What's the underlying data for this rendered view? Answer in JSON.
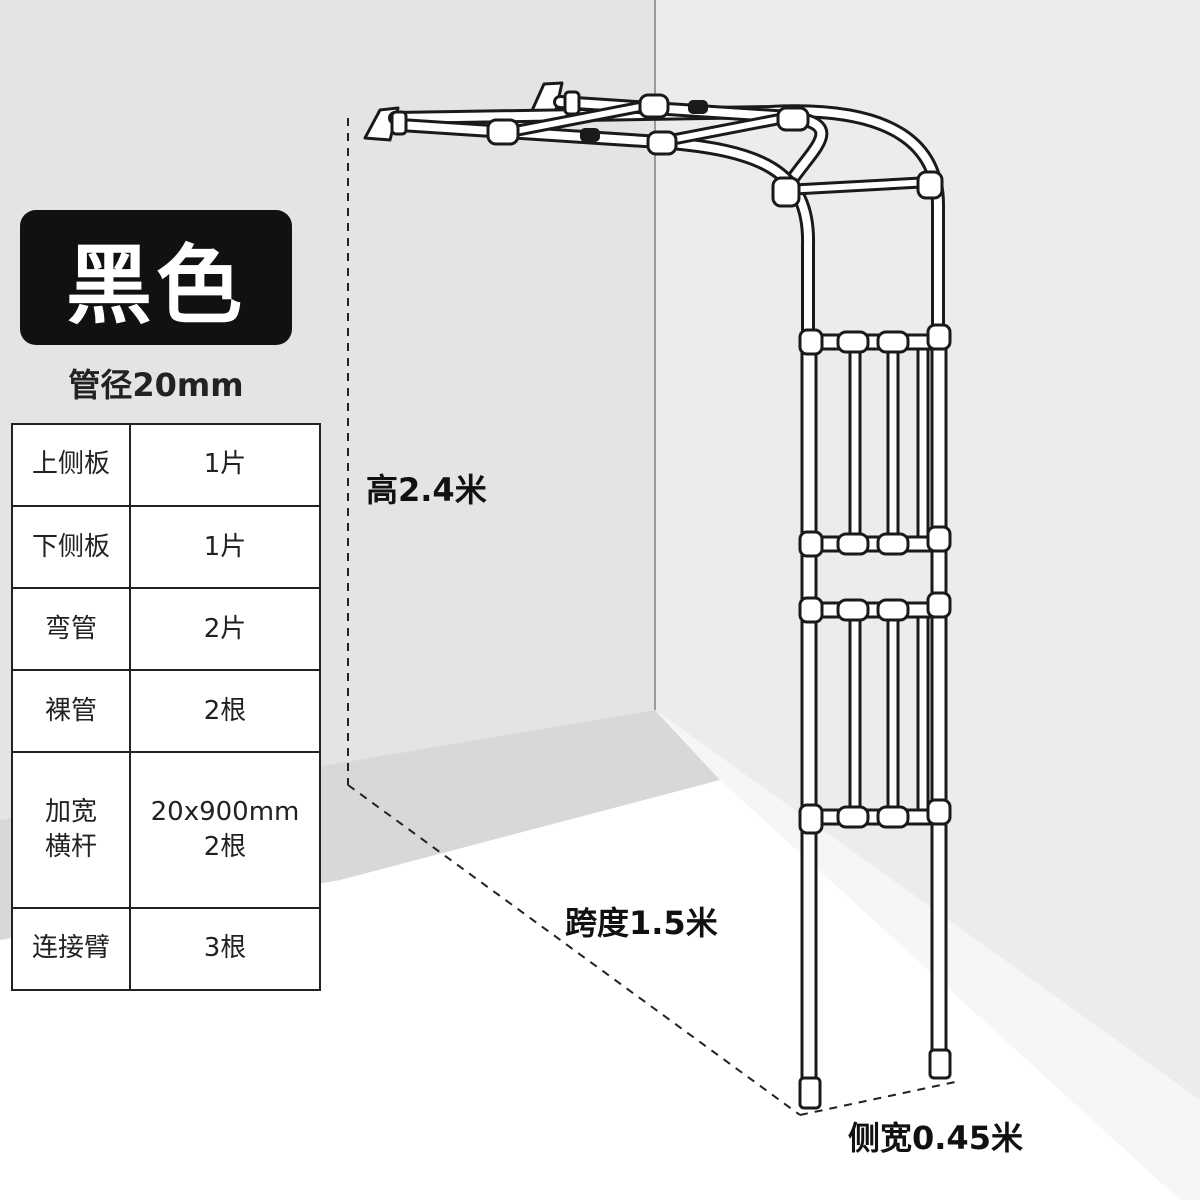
{
  "color_label": "黑色",
  "pipe_diameter": "管径20mm",
  "parts": [
    {
      "name": "上侧板",
      "qty": "1片"
    },
    {
      "name": "下侧板",
      "qty": "1片"
    },
    {
      "name": "弯管",
      "qty": "2片"
    },
    {
      "name": "裸管",
      "qty": "2根"
    },
    {
      "name": "加宽\n横杆",
      "qty": "20x900mm\n2根"
    },
    {
      "name": "连接臂",
      "qty": "3根"
    }
  ],
  "dimensions": {
    "height": "高2.4米",
    "span": "跨度1.5米",
    "side_width": "侧宽0.45米"
  },
  "colors": {
    "wall_back": "#e4e4e6",
    "wall_right": "#ebebed",
    "floor_shadow": "#cfcfd1",
    "badge": "#111111",
    "line": "#1a1a1a"
  }
}
